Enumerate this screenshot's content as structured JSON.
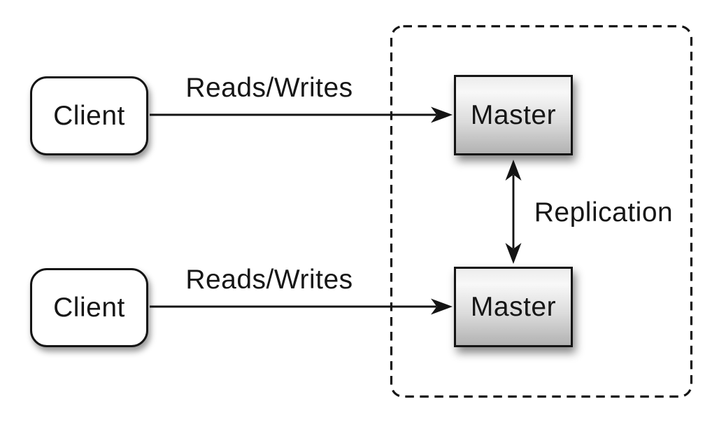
{
  "diagram": {
    "clients": [
      {
        "label": "Client"
      },
      {
        "label": "Client"
      }
    ],
    "masters": [
      {
        "label": "Master"
      },
      {
        "label": "Master"
      }
    ],
    "edges": {
      "top": {
        "label": "Reads/Writes",
        "direction": "client-to-master"
      },
      "bottom": {
        "label": "Reads/Writes",
        "direction": "client-to-master"
      },
      "replication": {
        "label": "Replication",
        "direction": "bidirectional"
      }
    },
    "cluster": {
      "border_style": "dashed"
    },
    "colors": {
      "background": "#ffffff",
      "stroke": "#141414",
      "client_fill": "#ffffff",
      "master_gradient_top": "#f0f0f0",
      "master_gradient_bottom": "#b2b2b2"
    }
  }
}
